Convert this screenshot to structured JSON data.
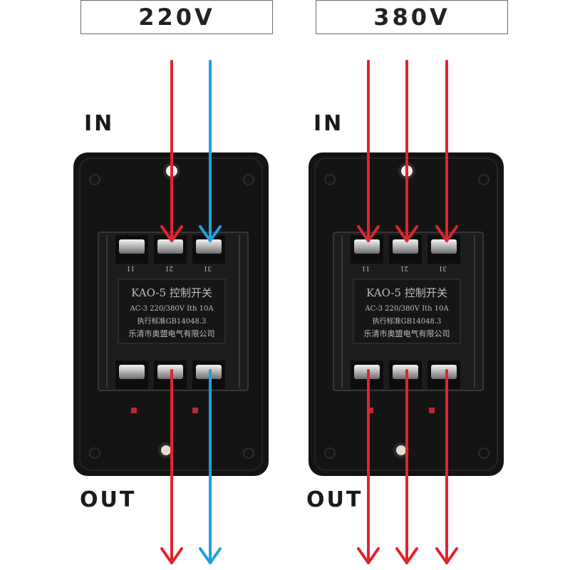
{
  "voltages": {
    "left": "220V",
    "right": "380V"
  },
  "labels": {
    "in": "IN",
    "out": "OUT"
  },
  "terminal_numbers": [
    "11",
    "21",
    "31"
  ],
  "switch_label": {
    "model": "KAO-5 控制开关",
    "rating": "AC-3 220/380V Ith 10A",
    "standard": "执行标准GB14048.3",
    "maker": "乐清市奥盟电气有限公司"
  },
  "wires": {
    "left": [
      "phase",
      "neutral"
    ],
    "right": [
      "phase",
      "phase",
      "phase"
    ]
  },
  "colors": {
    "phase": "#e0242e",
    "neutral": "#1ea0df",
    "housing": "#141414",
    "text": "#222222"
  }
}
